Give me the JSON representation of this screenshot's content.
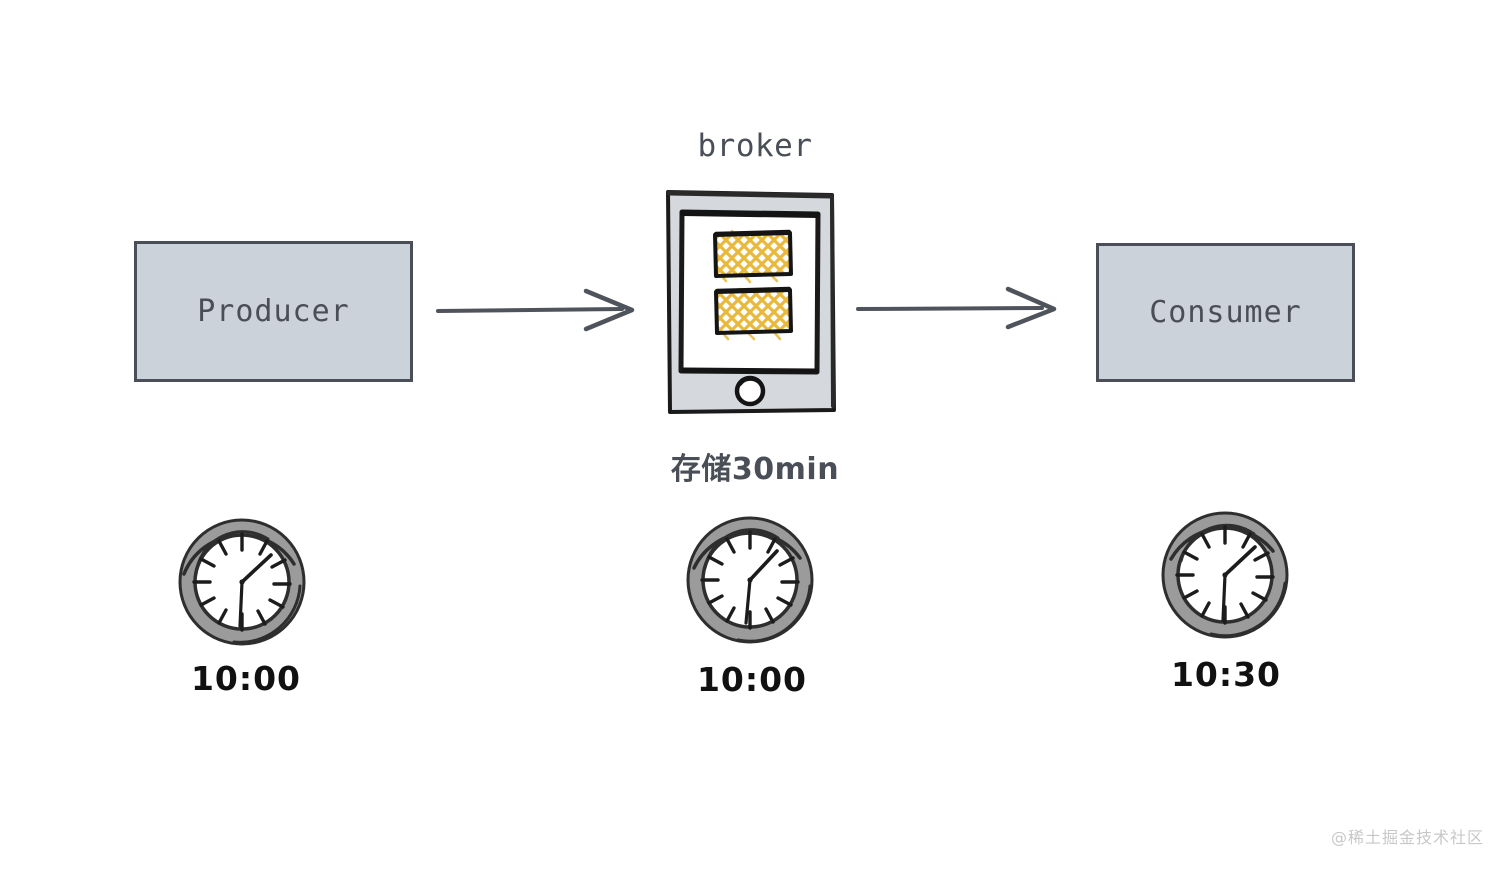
{
  "diagram": {
    "title": "broker message flow with time delay",
    "background_color": "#ffffff"
  },
  "nodes": {
    "producer": {
      "label": "Producer",
      "fill_color": "#ccd2da",
      "border_color": "#4a4f57"
    },
    "broker": {
      "label": "broker",
      "storage_note": "存储30min",
      "device_icon": "phone-device-icon",
      "bezel_color": "#d5d8dc",
      "screen_color": "#ffffff",
      "message_block_color": "#e8b93c",
      "outline_color": "#1a1a1a",
      "message_blocks": 2
    },
    "consumer": {
      "label": "Consumer",
      "fill_color": "#ccd2da",
      "border_color": "#4a4f57"
    }
  },
  "arrows": [
    {
      "name": "producer-to-broker",
      "from": "producer",
      "to": "broker",
      "color": "#4f545c"
    },
    {
      "name": "broker-to-consumer",
      "from": "broker",
      "to": "consumer",
      "color": "#4f545c"
    }
  ],
  "clocks": [
    {
      "name": "producer-clock",
      "time": "10:00",
      "hour": 10,
      "minute": 0,
      "ring_color": "#9b9b9b",
      "face_color": "#ffffff"
    },
    {
      "name": "broker-clock",
      "time": "10:00",
      "hour": 10,
      "minute": 0,
      "ring_color": "#9b9b9b",
      "face_color": "#ffffff"
    },
    {
      "name": "consumer-clock",
      "time": "10:30",
      "hour": 10,
      "minute": 30,
      "ring_color": "#9b9b9b",
      "face_color": "#ffffff"
    }
  ],
  "watermark": {
    "text": "@稀土掘金技术社区",
    "color": "#c8c8c8"
  }
}
